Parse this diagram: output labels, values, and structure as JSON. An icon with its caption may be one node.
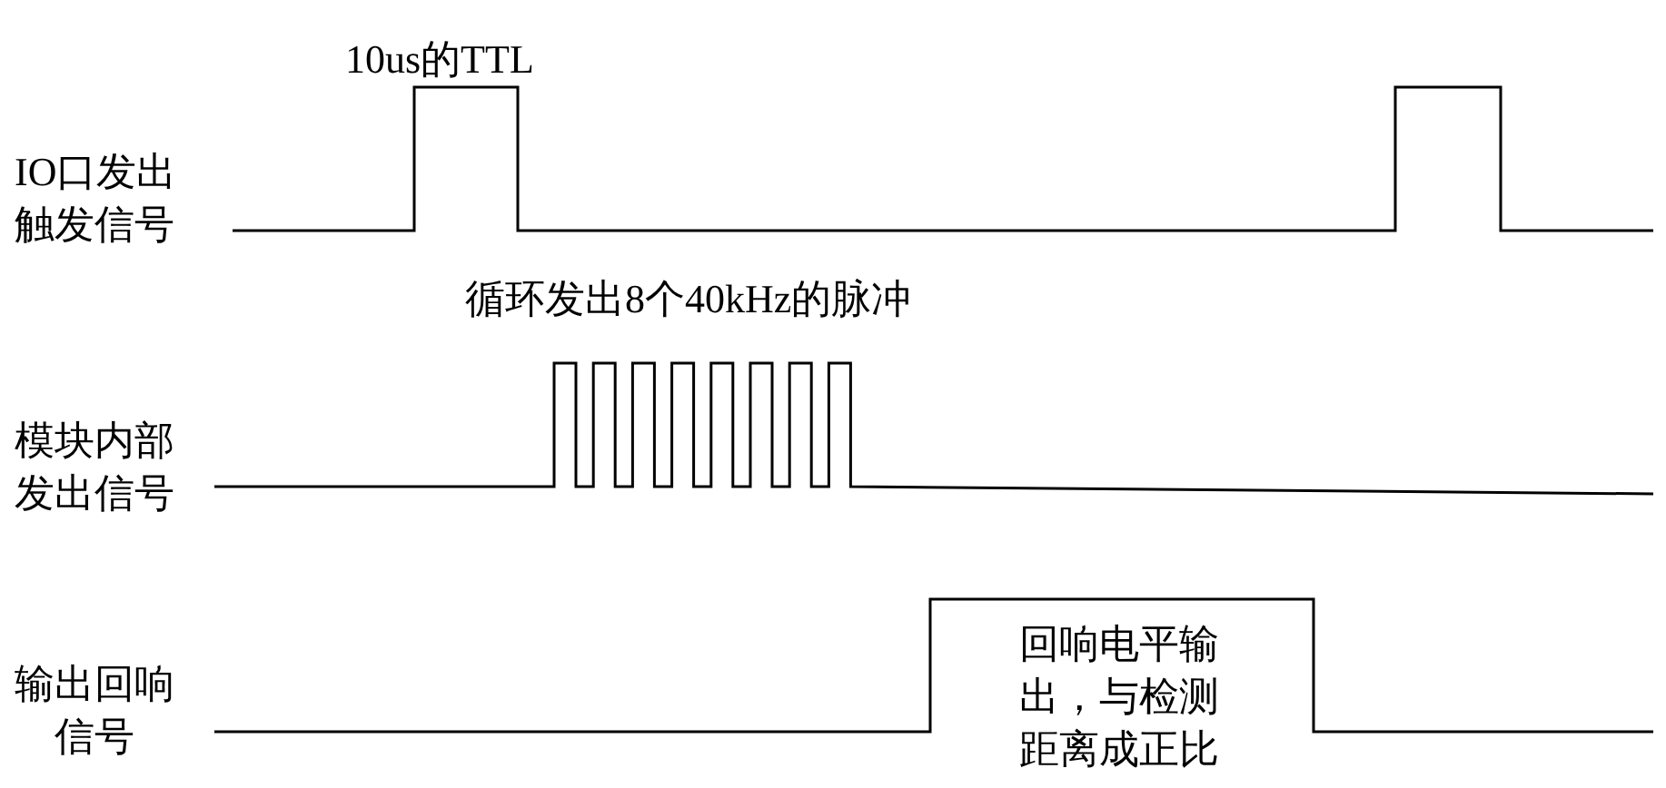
{
  "diagram": {
    "labels": [
      "10us的TTL",
      "IO口发出触发信号",
      "循环发出8个40kHz的脉冲",
      "模块内部发出信号",
      "回响电平输出，与检测距离成正比",
      "输出回响信号"
    ]
  }
}
